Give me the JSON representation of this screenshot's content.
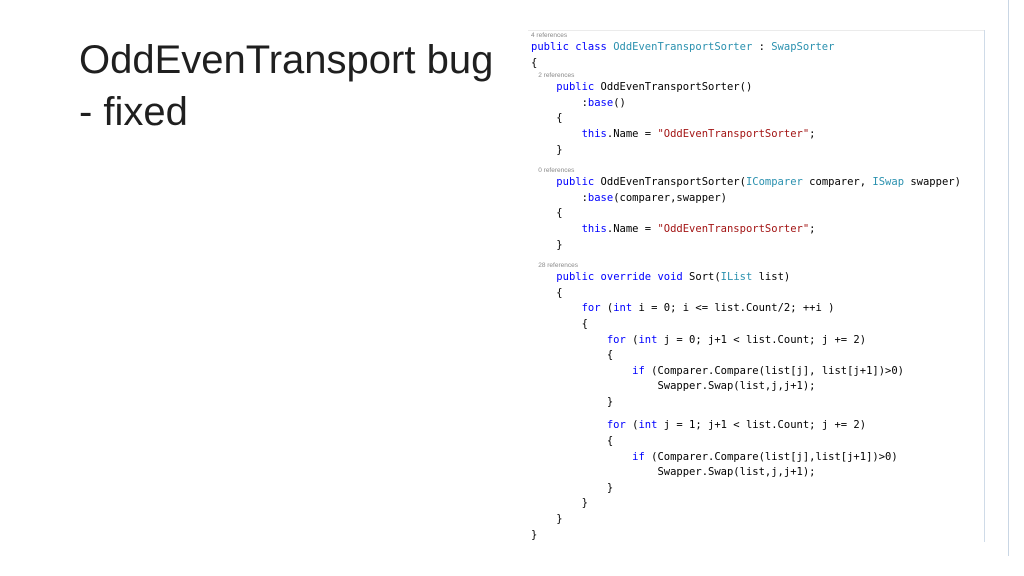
{
  "slide": {
    "title_line1": "OddEvenTransport bug",
    "title_line2": "- fixed"
  },
  "code": {
    "lens_class": "4 references",
    "class_kw": "public class",
    "class_name": "OddEvenTransportSorter",
    "colon": " : ",
    "base_name": "SwapSorter",
    "brace_open": "{",
    "brace_close": "}",
    "ctor1": {
      "lens": "2 references",
      "kw": "public",
      "sig": " OddEvenTransportSorter()",
      "base_prefix": ":",
      "base_kw": "base",
      "base_args": "()",
      "this_kw": "this",
      "assign": ".Name = ",
      "str": "\"OddEvenTransportSorter\"",
      "semi": ";"
    },
    "ctor2": {
      "lens": "0 references",
      "kw": "public",
      "sig_a": " OddEvenTransportSorter(",
      "type1": "IComparer",
      "p1": " comparer, ",
      "type2": "ISwap",
      "p2": " swapper)",
      "base_prefix": ":",
      "base_kw": "base",
      "base_args": "(comparer,swapper)",
      "this_kw": "this",
      "assign": ".Name = ",
      "str": "\"OddEvenTransportSorter\"",
      "semi": ";"
    },
    "sort": {
      "lens": "28 references",
      "kw": "public override void",
      "name": " Sort(",
      "type": "IList",
      "param": " list)",
      "for1_kw": "for",
      "for1_a": " (",
      "for1_int": "int",
      "for1_b": " i = 0; i <= list.Count/2; ++i )",
      "for2_kw": "for",
      "for2_a": " (",
      "for2_int": "int",
      "for2_b": " j = 0; j+1 < list.Count; j += 2)",
      "if1_kw": "if",
      "if1_b": " (Comparer.Compare(list[j], list[j+1])>0)",
      "swap1": "Swapper.Swap(list,j,j+1);",
      "for3_kw": "for",
      "for3_a": " (",
      "for3_int": "int",
      "for3_b": " j = 1; j+1 < list.Count; j += 2)",
      "if2_kw": "if",
      "if2_b": " (Comparer.Compare(list[j],list[j+1])>0)",
      "swap2": "Swapper.Swap(list,j,j+1);"
    }
  }
}
